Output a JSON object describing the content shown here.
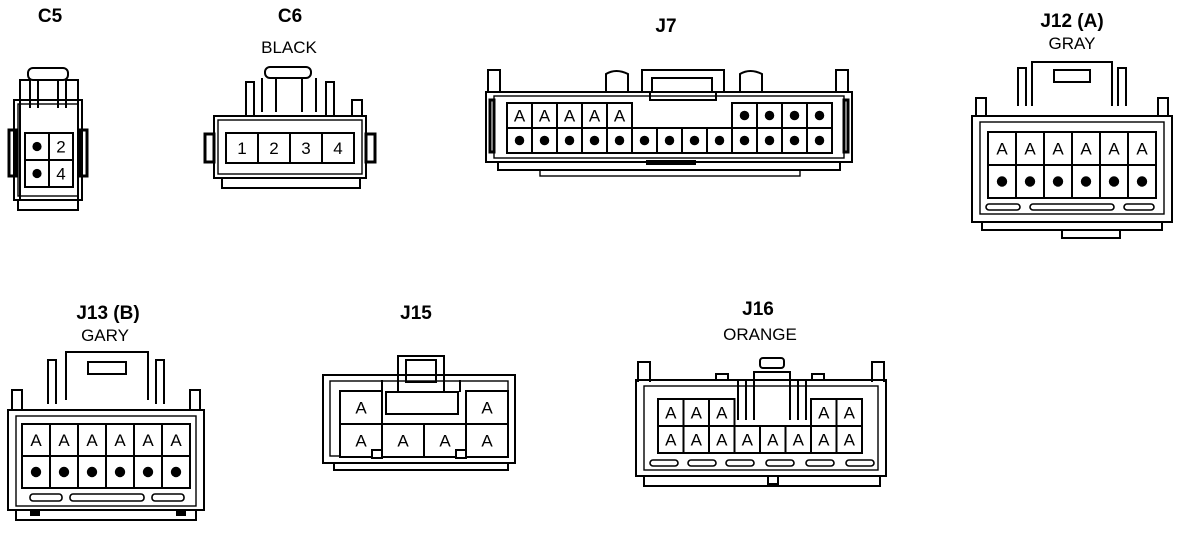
{
  "connectors": [
    {
      "id": "c5",
      "name": "C5",
      "color": "",
      "pins": [
        [
          "●",
          "2"
        ],
        [
          "●",
          "4"
        ]
      ]
    },
    {
      "id": "c6",
      "name": "C6",
      "color": "BLACK",
      "pins": [
        [
          "1",
          "2",
          "3",
          "4"
        ]
      ]
    },
    {
      "id": "j7",
      "name": "J7",
      "color": "",
      "pins": [
        [
          "A",
          "A",
          "A",
          "A",
          "A",
          "",
          "",
          "",
          "",
          "●",
          "●",
          "●",
          "●"
        ],
        [
          "●",
          "●",
          "●",
          "●",
          "●",
          "●",
          "●",
          "●",
          "●",
          "●",
          "●",
          "●",
          "●"
        ]
      ]
    },
    {
      "id": "j12",
      "name": "J12 (A)",
      "color": "GRAY",
      "pins": [
        [
          "A",
          "A",
          "A",
          "A",
          "A",
          "A"
        ],
        [
          "●",
          "●",
          "●",
          "●",
          "●",
          "●"
        ]
      ]
    },
    {
      "id": "j13",
      "name": "J13 (B)",
      "color": "GARY",
      "pins": [
        [
          "A",
          "A",
          "A",
          "A",
          "A",
          "A"
        ],
        [
          "●",
          "●",
          "●",
          "●",
          "●",
          "●"
        ]
      ]
    },
    {
      "id": "j15",
      "name": "J15",
      "color": "",
      "pins": [
        [
          "A",
          "",
          "",
          "A"
        ],
        [
          "A",
          "A",
          "A",
          "A"
        ]
      ]
    },
    {
      "id": "j16",
      "name": "J16",
      "color": "ORANGE",
      "pins": [
        [
          "A",
          "A",
          "A",
          "",
          "",
          "",
          "A",
          "A"
        ],
        [
          "A",
          "A",
          "A",
          "A",
          "A",
          "A",
          "A",
          "A"
        ]
      ]
    }
  ]
}
